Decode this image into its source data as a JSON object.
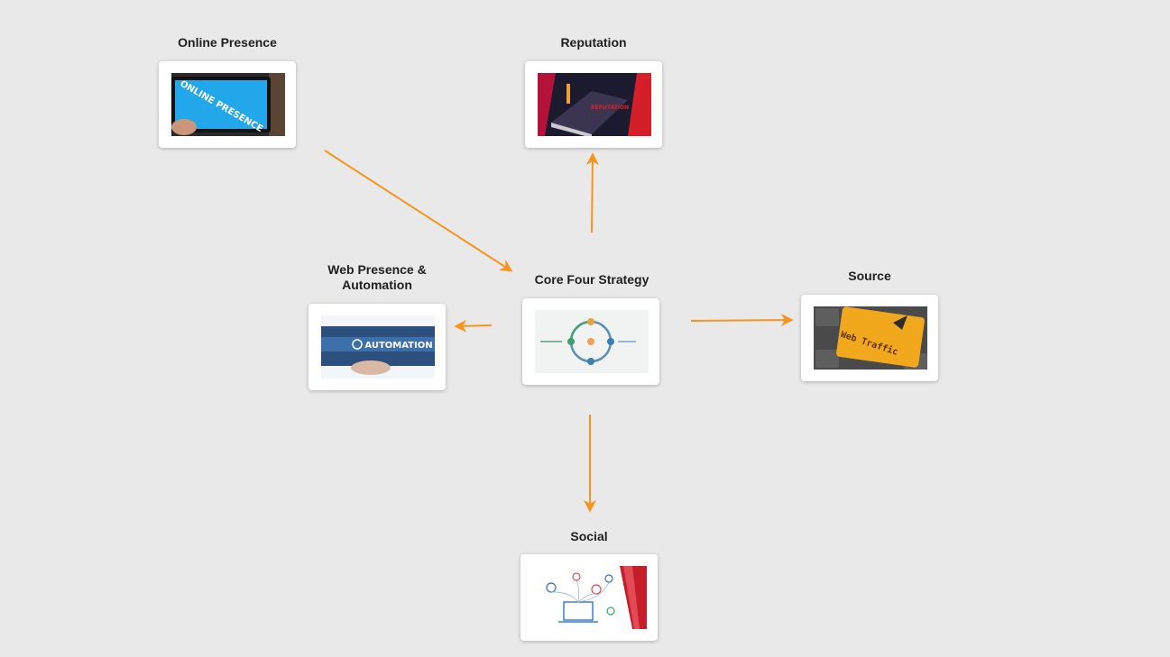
{
  "diagram": {
    "arrow_color": "#f7941d",
    "nodes": {
      "online_presence": {
        "label": "Online Presence",
        "image_text": "ONLINE PRESENCE",
        "icon": "tablet-image"
      },
      "reputation": {
        "label": "Reputation",
        "image_text": "REPUTATION",
        "icon": "reputation-image"
      },
      "core": {
        "label": "Core Four Strategy",
        "icon": "cycle-diagram-image"
      },
      "web_automation": {
        "label": "Web Presence &\nAutomation",
        "image_text": "AUTOMATION",
        "icon": "automation-image"
      },
      "source": {
        "label": "Source",
        "image_text": "Web Traffic",
        "icon": "keyboard-key-image"
      },
      "social": {
        "label": "Social",
        "icon": "social-media-image"
      }
    },
    "edges": [
      {
        "from": "online_presence",
        "to": "core"
      },
      {
        "from": "core",
        "to": "reputation"
      },
      {
        "from": "core",
        "to": "web_automation"
      },
      {
        "from": "core",
        "to": "source"
      },
      {
        "from": "core",
        "to": "social"
      }
    ]
  }
}
